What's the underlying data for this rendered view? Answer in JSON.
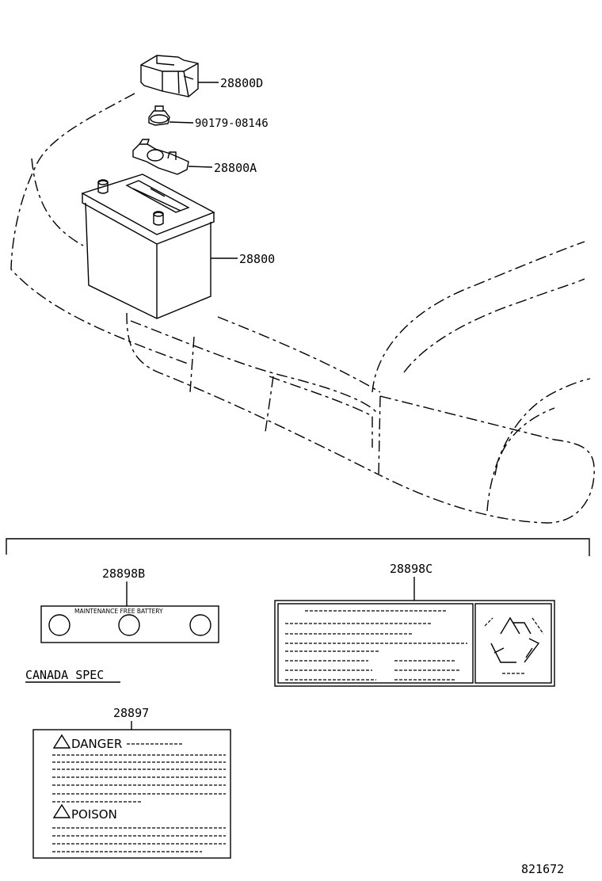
{
  "parts": {
    "relay_cover": "28800D",
    "nut": "90179-08146",
    "terminal": "28800A",
    "battery": "28800",
    "label_maintenance": "28898B",
    "label_recycle": "28898C",
    "label_danger": "28897"
  },
  "label_texts": {
    "maintenance": "MAINTENANCE FREE BATTERY",
    "canada": "CANADA SPEC",
    "danger": "DANGER",
    "poison": "POISON"
  },
  "diagram_id": "821672"
}
